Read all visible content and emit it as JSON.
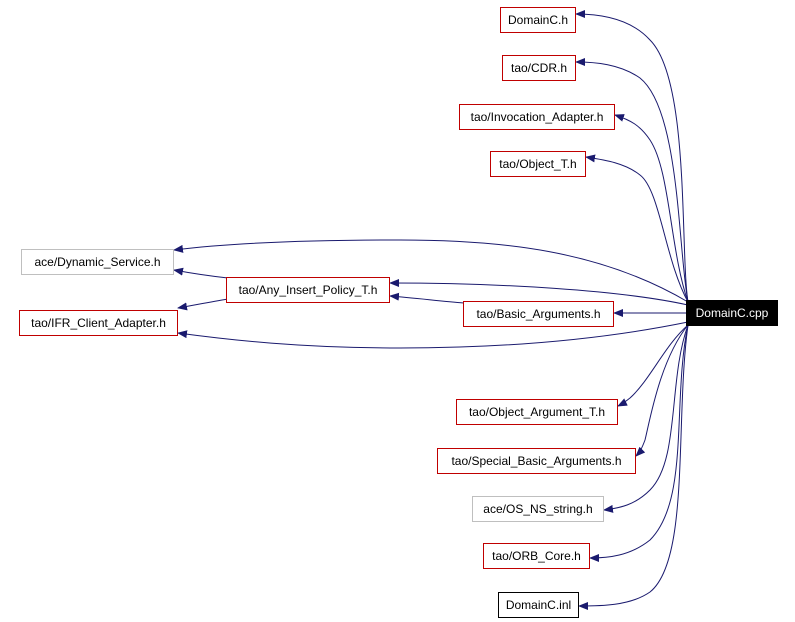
{
  "root": {
    "label": "DomainC.cpp"
  },
  "nodes": [
    {
      "id": "domainc_h",
      "label": "DomainC.h"
    },
    {
      "id": "cdr",
      "label": "tao/CDR.h"
    },
    {
      "id": "invocation",
      "label": "tao/Invocation_Adapter.h"
    },
    {
      "id": "object_t",
      "label": "tao/Object_T.h"
    },
    {
      "id": "dynamic_service",
      "label": "ace/Dynamic_Service.h"
    },
    {
      "id": "any_insert",
      "label": "tao/Any_Insert_Policy_T.h"
    },
    {
      "id": "ifr_client",
      "label": "tao/IFR_Client_Adapter.h"
    },
    {
      "id": "basic_args",
      "label": "tao/Basic_Arguments.h"
    },
    {
      "id": "object_arg",
      "label": "tao/Object_Argument_T.h"
    },
    {
      "id": "special_basic",
      "label": "tao/Special_Basic_Arguments.h"
    },
    {
      "id": "os_ns_string",
      "label": "ace/OS_NS_string.h"
    },
    {
      "id": "orb_core",
      "label": "tao/ORB_Core.h"
    },
    {
      "id": "domainc_inl",
      "label": "DomainC.inl"
    }
  ],
  "colors": {
    "edge": "#1a1a6e",
    "documented_border": "#c00000",
    "undocumented_border": "#bfbfbf",
    "root_fill": "#000000"
  }
}
